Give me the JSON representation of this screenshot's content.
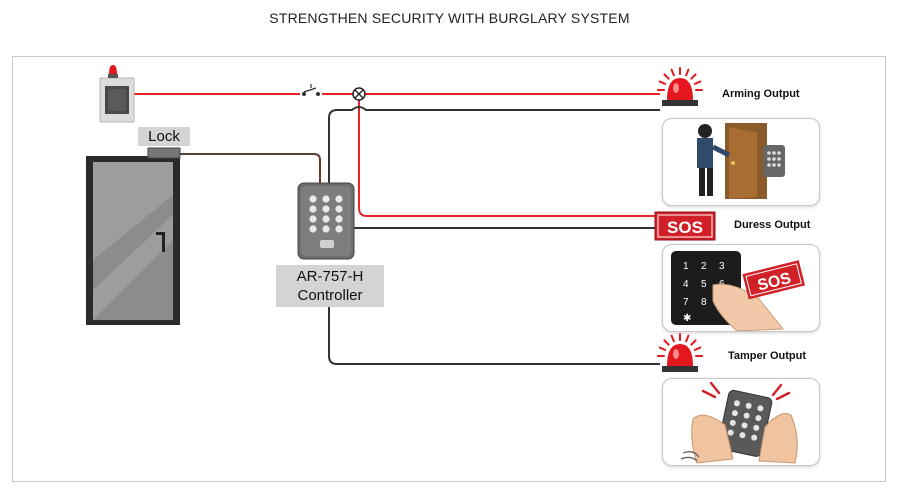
{
  "title": "STRENGTHEN SECURITY WITH BURGLARY SYSTEM",
  "lock_label": "Lock",
  "controller": {
    "model": "AR-757-H",
    "label": "Controller"
  },
  "outputs": [
    {
      "label": "Arming Output"
    },
    {
      "label": "Duress Output",
      "badge": "SOS"
    },
    {
      "label": "Tamper Output"
    }
  ],
  "duress_card_badge": "SOS",
  "colors": {
    "red_wire": "#e8242b",
    "dark_wire": "#3a3a3a",
    "brown_wire": "#5c4033",
    "siren_red": "#e3171d"
  },
  "icons": [
    "siren-icon",
    "switch-icon",
    "junction-icon",
    "keypad-icon",
    "door-icon"
  ]
}
